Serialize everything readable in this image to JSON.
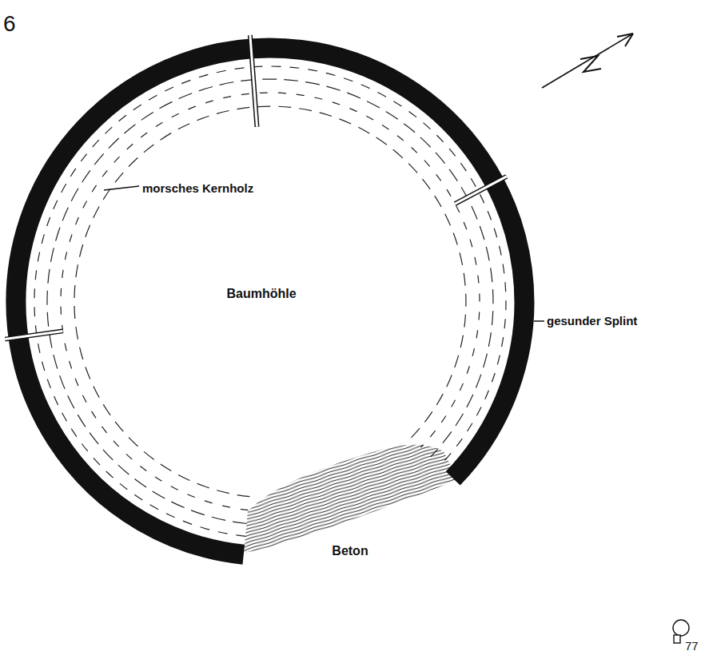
{
  "diagram": {
    "labels": [
      "6",
      "morsches Kernholz",
      "Baumhöhle",
      "gesunder Splint",
      "Beton",
      "77"
    ]
  }
}
